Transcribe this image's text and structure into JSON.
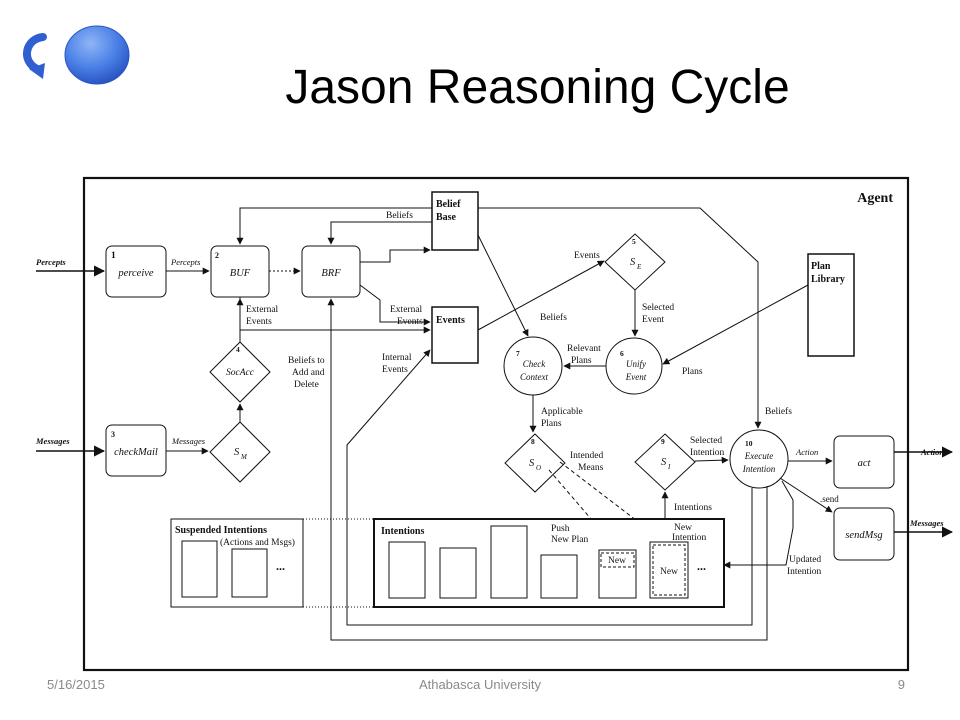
{
  "slide": {
    "title": "Jason Reasoning Cycle",
    "footer_date": "5/16/2015",
    "footer_center": "Athabasca University",
    "footer_page": "9"
  },
  "logo": {
    "icon": "circular-arrow-and-sphere-logo",
    "colors": [
      "#2f5fd0",
      "#5b8ff0"
    ]
  },
  "diagram": {
    "agent": "Agent",
    "nodes": {
      "n1_num": "1",
      "perceive": "perceive",
      "n2_num": "2",
      "buf": "BUF",
      "brf": "BRF",
      "belief_base_1": "Belief",
      "belief_base_2": "Base",
      "events": "Events",
      "n3_num": "3",
      "checkmail": "checkMail",
      "n4_num": "4",
      "socacc": "SocAcc",
      "sm_main": "S",
      "sm_sub": "M",
      "n5_num": "5",
      "se_main": "S",
      "se_sub": "E",
      "n6_num": "6",
      "unify_1": "Unify",
      "unify_2": "Event",
      "n7_num": "7",
      "check_1": "Check",
      "check_2": "Context",
      "n8_num": "8",
      "so_main": "S",
      "so_sub": "O",
      "n9_num": "9",
      "si_main": "S",
      "si_sub": "I",
      "n10_num": "10",
      "exec_1": "Execute",
      "exec_2": "Intention",
      "plan_lib_1": "Plan",
      "plan_lib_2": "Library",
      "act": "act",
      "sendmsg": "sendMsg"
    },
    "labels": {
      "percepts_in": "Percepts",
      "percepts": "Percepts",
      "messages_in": "Messages",
      "messages": "Messages",
      "beliefs_top": "Beliefs",
      "external_events_1a": "External",
      "external_events_1b": "Events",
      "external_events_2a": "External",
      "external_events_2b": "Events",
      "beliefs_to_1": "Beliefs to",
      "beliefs_to_2": "Add and",
      "beliefs_to_3": "Delete",
      "internal_events_1": "Internal",
      "internal_events_2": "Events",
      "events_label": "Events",
      "beliefs_mid": "Beliefs",
      "selected_event_1": "Selected",
      "selected_event_2": "Event",
      "relevant_plans_1": "Relevant",
      "relevant_plans_2": "Plans",
      "plans": "Plans",
      "applicable_plans_1": "Applicable",
      "applicable_plans_2": "Plans",
      "intended_means_1": "Intended",
      "intended_means_2": "Means",
      "selected_intention_1": "Selected",
      "selected_intention_2": "Intention",
      "beliefs_right": "Beliefs",
      "action": "Action",
      "actions_out": "Actions",
      "send": ".send",
      "messages_out": "Messages",
      "intentions_label": "Intentions",
      "push_new_plan_1": "Push",
      "push_new_plan_2": "New Plan",
      "new_intention_1": "New",
      "new_intention_2": "Intention",
      "updated_intention_1": "Updated",
      "updated_intention_2": "Intention",
      "new_small": "New",
      "new_big": "New",
      "ellipsis_1": "...",
      "ellipsis_2": "..."
    },
    "suspended": {
      "title": "Suspended Intentions",
      "subtitle": "(Actions and Msgs)"
    },
    "intentions_box": {
      "title": "Intentions"
    }
  }
}
